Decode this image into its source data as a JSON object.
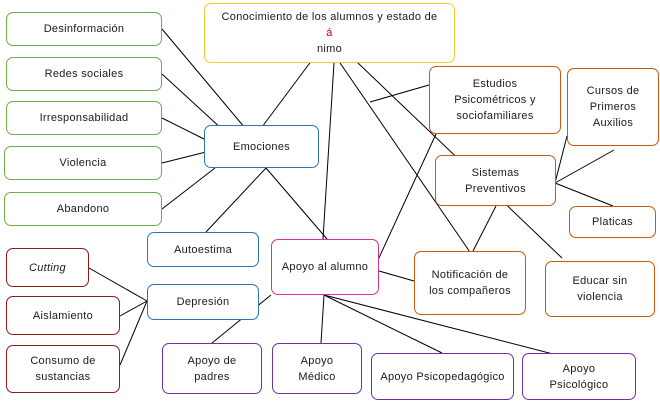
{
  "colors": {
    "yellow": "#f2cc2d",
    "green": "#70ad47",
    "blue": "#2e75b6",
    "orange": "#c55a11",
    "dark_red": "#8b1a1a",
    "purple": "#7030a0",
    "pink": "#d6339a",
    "line": "#000000"
  },
  "nodes": {
    "root": {
      "label_main": "Conocimiento de los alumnos y estado de",
      "label_accent_char": "á",
      "label_rest": "nimo"
    },
    "desinformacion": {
      "label": "Desinformación"
    },
    "redes": {
      "label": "Redes sociales"
    },
    "irresponsabilidad": {
      "label": "Irresponsabilidad"
    },
    "violencia": {
      "label": "Violencia"
    },
    "abandono": {
      "label": "Abandono"
    },
    "emociones": {
      "label": "Emociones"
    },
    "estudios": {
      "line1": "Estudios",
      "line2": "Psicométricos y",
      "line3": "sociofamiliares"
    },
    "cursos": {
      "line1": "Cursos de",
      "line2": "Primeros",
      "line3": "Auxilios"
    },
    "sistemas": {
      "line1": "Sistemas",
      "line2": "Preventivos"
    },
    "platicas": {
      "label": "Platicas"
    },
    "autoestima": {
      "label": "Autoestima"
    },
    "apoyo_alumno": {
      "label": "Apoyo al alumno"
    },
    "notificacion": {
      "line1": "Notificación de",
      "line2": "los compañeros"
    },
    "educar": {
      "line1": "Educar sin",
      "line2": "violencia"
    },
    "cutting": {
      "label": "Cutting"
    },
    "depresion": {
      "label": "Depresión"
    },
    "aislamiento": {
      "label": "Aislamiento"
    },
    "consumo": {
      "line1": "Consumo de",
      "line2": "sustancias"
    },
    "apoyo_padres": {
      "line1": "Apoyo de",
      "line2": "padres"
    },
    "apoyo_medico": {
      "line1": "Apoyo",
      "line2": "Médico"
    },
    "apoyo_psicopedagogico": {
      "label": "Apoyo Psicopedagógico"
    },
    "apoyo_psicologico": {
      "line1": "Apoyo",
      "line2": "Psicológico"
    }
  }
}
